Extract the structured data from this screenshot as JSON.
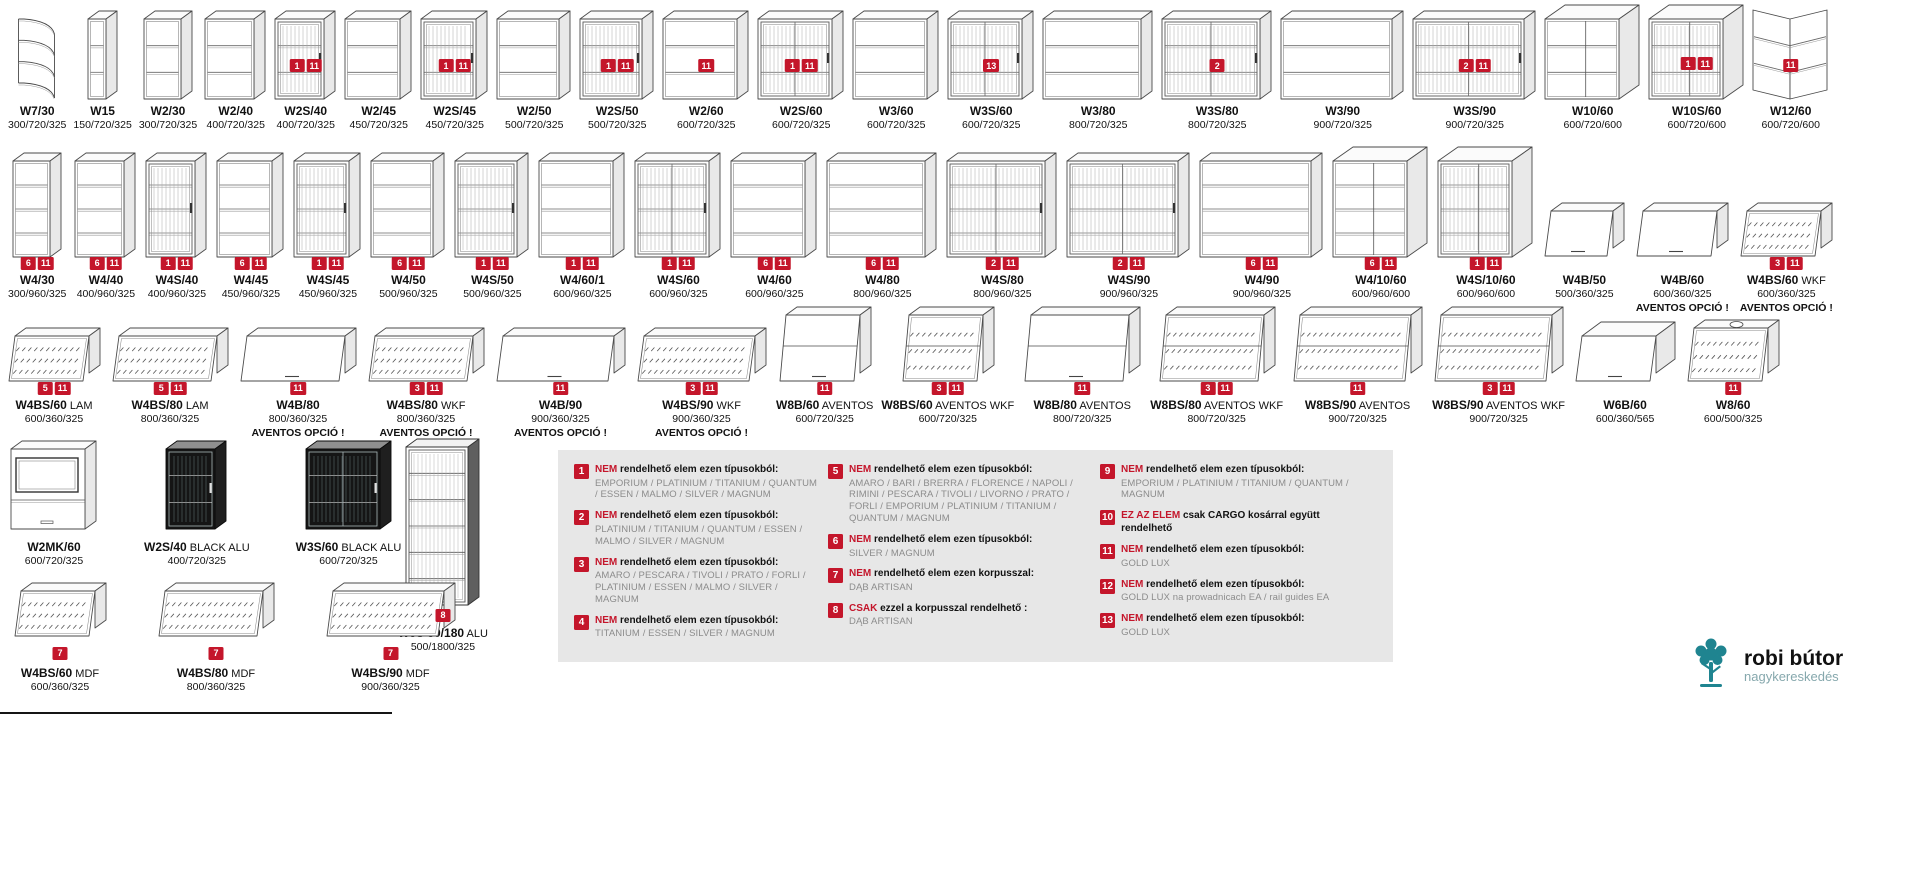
{
  "colors": {
    "badge_red": "#c4162b",
    "legend_bg": "#e7e7e7",
    "logo_teal": "#1f8490",
    "logo_gray": "#86a8ad"
  },
  "logo": {
    "name": "robi bútor",
    "subtitle": "nagykereskedés"
  },
  "rows": [
    {
      "id": "row1",
      "noteSlot": false,
      "items": [
        {
          "code": "W7/30",
          "dims": "300/720/325",
          "badges": [],
          "draw": "cornerShelf"
        },
        {
          "code": "W15",
          "dims": "150/720/325",
          "badges": [],
          "draw": "shelf"
        },
        {
          "code": "W2/30",
          "dims": "300/720/325",
          "badges": [],
          "draw": "shelf"
        },
        {
          "code": "W2/40",
          "dims": "400/720/325",
          "badges": [],
          "draw": "shelf"
        },
        {
          "code": "W2S/40",
          "dims": "400/720/325",
          "badges": [
            "1",
            "11"
          ],
          "draw": "glass"
        },
        {
          "code": "W2/45",
          "dims": "450/720/325",
          "badges": [],
          "draw": "shelf"
        },
        {
          "code": "W2S/45",
          "dims": "450/720/325",
          "badges": [
            "1",
            "11"
          ],
          "draw": "glass"
        },
        {
          "code": "W2/50",
          "dims": "500/720/325",
          "badges": [],
          "draw": "shelf"
        },
        {
          "code": "W2S/50",
          "dims": "500/720/325",
          "badges": [
            "1",
            "11"
          ],
          "draw": "glass"
        },
        {
          "code": "W2/60",
          "dims": "600/720/325",
          "badges": [
            "11"
          ],
          "draw": "shelf"
        },
        {
          "code": "W2S/60",
          "dims": "600/720/325",
          "badges": [
            "1",
            "11"
          ],
          "draw": "glass"
        },
        {
          "code": "W3/60",
          "dims": "600/720/325",
          "badges": [],
          "draw": "shelf"
        },
        {
          "code": "W3S/60",
          "dims": "600/720/325",
          "badges": [
            "13"
          ],
          "draw": "glass"
        },
        {
          "code": "W3/80",
          "dims": "800/720/325",
          "badges": [],
          "draw": "shelf"
        },
        {
          "code": "W3S/80",
          "dims": "800/720/325",
          "badges": [
            "2"
          ],
          "draw": "glass"
        },
        {
          "code": "W3/90",
          "dims": "900/720/325",
          "badges": [],
          "draw": "shelf"
        },
        {
          "code": "W3S/90",
          "dims": "900/720/325",
          "badges": [
            "2",
            "11"
          ],
          "draw": "glass"
        },
        {
          "code": "W10/60",
          "dims": "600/720/600",
          "badges": [],
          "draw": "corner"
        },
        {
          "code": "W10S/60",
          "dims": "600/720/600",
          "badges": [
            "1",
            "11"
          ],
          "draw": "cornerGlass"
        },
        {
          "code": "W12/60",
          "dims": "600/720/600",
          "badges": [
            "11"
          ],
          "draw": "cornerL"
        }
      ]
    },
    {
      "id": "row2",
      "noteSlot": true,
      "items": [
        {
          "code": "W4/30",
          "dims": "300/960/325",
          "badges": [
            "6",
            "11"
          ],
          "draw": "shelf"
        },
        {
          "code": "W4/40",
          "dims": "400/960/325",
          "badges": [
            "6",
            "11"
          ],
          "draw": "shelf"
        },
        {
          "code": "W4S/40",
          "dims": "400/960/325",
          "badges": [
            "1",
            "11"
          ],
          "draw": "glass"
        },
        {
          "code": "W4/45",
          "dims": "450/960/325",
          "badges": [
            "6",
            "11"
          ],
          "draw": "shelf"
        },
        {
          "code": "W4S/45",
          "dims": "450/960/325",
          "badges": [
            "1",
            "11"
          ],
          "draw": "glass"
        },
        {
          "code": "W4/50",
          "dims": "500/960/325",
          "badges": [
            "6",
            "11"
          ],
          "draw": "shelf"
        },
        {
          "code": "W4S/50",
          "dims": "500/960/325",
          "badges": [
            "1",
            "11"
          ],
          "draw": "glass"
        },
        {
          "code": "W4/60/1",
          "dims": "600/960/325",
          "badges": [
            "1",
            "11"
          ],
          "draw": "shelf"
        },
        {
          "code": "W4S/60",
          "dims": "600/960/325",
          "badges": [
            "1",
            "11"
          ],
          "draw": "glass"
        },
        {
          "code": "W4/60",
          "dims": "600/960/325",
          "badges": [
            "6",
            "11"
          ],
          "draw": "shelf"
        },
        {
          "code": "W4/80",
          "dims": "800/960/325",
          "badges": [
            "6",
            "11"
          ],
          "draw": "shelf"
        },
        {
          "code": "W4S/80",
          "dims": "800/960/325",
          "badges": [
            "2",
            "11"
          ],
          "draw": "glass"
        },
        {
          "code": "W4S/90",
          "dims": "900/960/325",
          "badges": [
            "2",
            "11"
          ],
          "draw": "glass"
        },
        {
          "code": "W4/90",
          "dims": "900/960/325",
          "badges": [
            "6",
            "11"
          ],
          "draw": "shelf"
        },
        {
          "code": "W4/10/60",
          "dims": "600/960/600",
          "badges": [
            "6",
            "11"
          ],
          "draw": "corner"
        },
        {
          "code": "W4S/10/60",
          "dims": "600/960/600",
          "badges": [
            "1",
            "11"
          ],
          "draw": "cornerGlass"
        },
        {
          "code": "W4B/50",
          "dims": "500/360/325",
          "badges": [],
          "draw": "flap"
        },
        {
          "code": "W4B/60",
          "dims": "600/360/325",
          "badges": [],
          "draw": "flap",
          "note": "AVENTOS OPCIÓ !"
        },
        {
          "code": "W4BS/60",
          "suffix": "WKF",
          "dims": "600/360/325",
          "badges": [
            "3",
            "11"
          ],
          "draw": "flapGlass",
          "note": "AVENTOS OPCIÓ !"
        }
      ]
    },
    {
      "id": "row3",
      "noteSlot": true,
      "items": [
        {
          "code": "W4BS/60",
          "suffix": "LAM",
          "dims": "600/360/325",
          "badges": [
            "5",
            "11"
          ],
          "draw": "flapGlass"
        },
        {
          "code": "W4BS/80",
          "suffix": "LAM",
          "dims": "800/360/325",
          "badges": [
            "5",
            "11"
          ],
          "draw": "flapGlass"
        },
        {
          "code": "W4B/80",
          "dims": "800/360/325",
          "badges": [
            "11"
          ],
          "draw": "flap",
          "note": "AVENTOS OPCIÓ !"
        },
        {
          "code": "W4BS/80",
          "suffix": "WKF",
          "dims": "800/360/325",
          "badges": [
            "3",
            "11"
          ],
          "draw": "flapGlass",
          "note": "AVENTOS OPCIÓ !"
        },
        {
          "code": "W4B/90",
          "dims": "900/360/325",
          "badges": [
            "11"
          ],
          "draw": "flap",
          "note": "AVENTOS OPCIÓ !"
        },
        {
          "code": "W4BS/90",
          "suffix": "WKF",
          "dims": "900/360/325",
          "badges": [
            "3",
            "11"
          ],
          "draw": "flapGlass",
          "note": "AVENTOS OPCIÓ !"
        },
        {
          "code": "W8B/60",
          "suffix": "AVENTOS",
          "dims": "600/720/325",
          "badges": [
            "11"
          ],
          "draw": "flap"
        },
        {
          "code": "W8BS/60",
          "suffix": "AVENTOS WKF",
          "dims": "600/720/325",
          "badges": [
            "3",
            "11"
          ],
          "draw": "flapGlass"
        },
        {
          "code": "W8B/80",
          "suffix": "AVENTOS",
          "dims": "800/720/325",
          "badges": [
            "11"
          ],
          "draw": "flap"
        },
        {
          "code": "W8BS/80",
          "suffix": "AVENTOS WKF",
          "dims": "800/720/325",
          "badges": [
            "3",
            "11"
          ],
          "draw": "flapGlass"
        },
        {
          "code": "W8BS/90",
          "suffix": "AVENTOS",
          "dims": "900/720/325",
          "badges": [
            "11"
          ],
          "draw": "flapGlass"
        },
        {
          "code": "W8BS/90",
          "suffix": "AVENTOS WKF",
          "dims": "900/720/325",
          "badges": [
            "3",
            "11"
          ],
          "draw": "flapGlass"
        },
        {
          "code": "W6B/60",
          "dims": "600/360/565",
          "badges": [],
          "draw": "flap"
        },
        {
          "code": "W8/60",
          "dims": "600/500/325",
          "badges": [
            "11"
          ],
          "draw": "hood"
        }
      ]
    },
    {
      "id": "row4a",
      "noteSlot": false,
      "items": [
        {
          "code": "W2MK/60",
          "dims": "600/720/325",
          "badges": [],
          "draw": "micro"
        },
        {
          "code": "W2S/40",
          "suffix": "BLACK ALU",
          "dims": "400/720/325",
          "badges": [],
          "draw": "blackGlass"
        },
        {
          "code": "W3S/60",
          "suffix": "BLACK ALU",
          "dims": "600/720/325",
          "badges": [],
          "draw": "blackGlass"
        }
      ]
    },
    {
      "id": "w5s",
      "noteSlot": false,
      "items": [
        {
          "code": "W5S 50/180",
          "suffix": "ALU",
          "dims": "500/1800/325",
          "badges": [
            "8"
          ],
          "draw": "tallGlass"
        }
      ]
    },
    {
      "id": "row4b",
      "noteSlot": false,
      "items": [
        {
          "code": "W4BS/60",
          "suffix": "MDF",
          "dims": "600/360/325",
          "badges": [
            "7"
          ],
          "draw": "flapGlass"
        },
        {
          "code": "W4BS/80",
          "suffix": "MDF",
          "dims": "800/360/325",
          "badges": [
            "7"
          ],
          "draw": "flapGlass"
        },
        {
          "code": "W4BS/90",
          "suffix": "MDF",
          "dims": "900/360/325",
          "badges": [
            "7"
          ],
          "draw": "flapGlass"
        }
      ]
    }
  ],
  "legend": {
    "columns": [
      [
        {
          "num": "1",
          "lead": "NEM",
          "title": "rendelhető elem ezen típusokból:",
          "types": "EMPORIUM / PLATINIUM / TITANIUM / QUANTUM / ESSEN / MALMO / SILVER / MAGNUM"
        },
        {
          "num": "2",
          "lead": "NEM",
          "title": "rendelhető elem ezen típusokból:",
          "types": "PLATINIUM / TITANIUM / QUANTUM / ESSEN / MALMO / SILVER / MAGNUM"
        },
        {
          "num": "3",
          "lead": "NEM",
          "title": "rendelhető elem ezen típusokból:",
          "types": "AMARO / PESCARA / TIVOLI / PRATO / FORLI / PLATINIUM / ESSEN / MALMO / SILVER / MAGNUM"
        },
        {
          "num": "4",
          "lead": "NEM",
          "title": "rendelhető elem ezen típusokból:",
          "types": "TITANIUM /  ESSEN / SILVER / MAGNUM"
        }
      ],
      [
        {
          "num": "5",
          "lead": "NEM",
          "title": "rendelhető elem ezen típusokból:",
          "types": "AMARO / BARI / BRERRA / FLORENCE / NAPOLI / RIMINI / PESCARA / TIVOLI / LIVORNO / PRATO / FORLI / EMPORIUM / PLATINIUM / TITANIUM / QUANTUM / MAGNUM"
        },
        {
          "num": "6",
          "lead": "NEM",
          "title": "rendelhető elem ezen típusokból:",
          "types": "SILVER / MAGNUM"
        },
        {
          "num": "7",
          "lead": "NEM",
          "title": "rendelhető elem ezen korpusszal:",
          "types": "DĄB ARTISAN"
        },
        {
          "num": "8",
          "lead": "CSAK",
          "title": "ezzel a korpusszal rendelhető :",
          "types": "DĄB ARTISAN"
        }
      ],
      [
        {
          "num": "9",
          "lead": "NEM",
          "title": "rendelhető elem ezen típusokból:",
          "types": "EMPORIUM / PLATINIUM / TITANIUM / QUANTUM / MAGNUM"
        },
        {
          "num": "10",
          "lead": "EZ AZ ELEM",
          "title": "csak CARGO kosárral  együtt rendelhető",
          "types": ""
        },
        {
          "num": "11",
          "lead": "NEM",
          "title": "rendelhető elem ezen típusokból:",
          "types": "GOLD LUX"
        },
        {
          "num": "12",
          "lead": "NEM",
          "title": "rendelhető elem ezen típusokból:",
          "types": "GOLD LUX na prowadnicach EA / rail guides EA"
        },
        {
          "num": "13",
          "lead": "NEM",
          "title": "rendelhető elem ezen típusokból:",
          "types": "GOLD LUX"
        }
      ]
    ]
  }
}
